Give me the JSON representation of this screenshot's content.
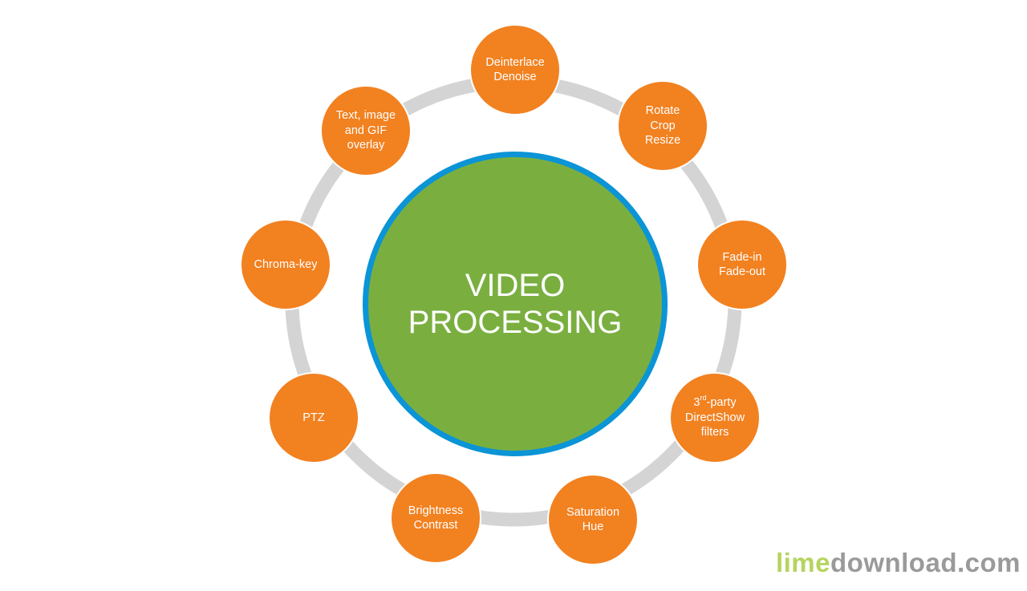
{
  "center": {
    "line1": "VIDEO",
    "line2": "PROCESSING"
  },
  "colors": {
    "hub_fill": "#7aaf40",
    "hub_border": "#0b94d6",
    "node_fill": "#f28120",
    "ring": "#d4d4d4"
  },
  "nodes": {
    "deinterlace": {
      "line1": "Deinterlace",
      "line2": "Denoise"
    },
    "rotate": {
      "line1": "Rotate",
      "line2": "Crop",
      "line3": "Resize"
    },
    "fade": {
      "line1": "Fade-in",
      "line2": "Fade-out"
    },
    "directshow": {
      "ordinal": "3",
      "suffix": "rd",
      "rest": "-party",
      "line2": "DirectShow",
      "line3": "filters"
    },
    "saturation": {
      "line1": "Saturation",
      "line2": "Hue"
    },
    "brightness": {
      "line1": "Brightness",
      "line2": "Contrast"
    },
    "ptz": {
      "line1": "PTZ"
    },
    "chroma": {
      "line1": "Chroma-key"
    },
    "overlay": {
      "line1": "Text, image",
      "line2": "and GIF",
      "line3": "overlay"
    }
  },
  "watermark": {
    "part1": "lime",
    "part2": "download.com"
  }
}
